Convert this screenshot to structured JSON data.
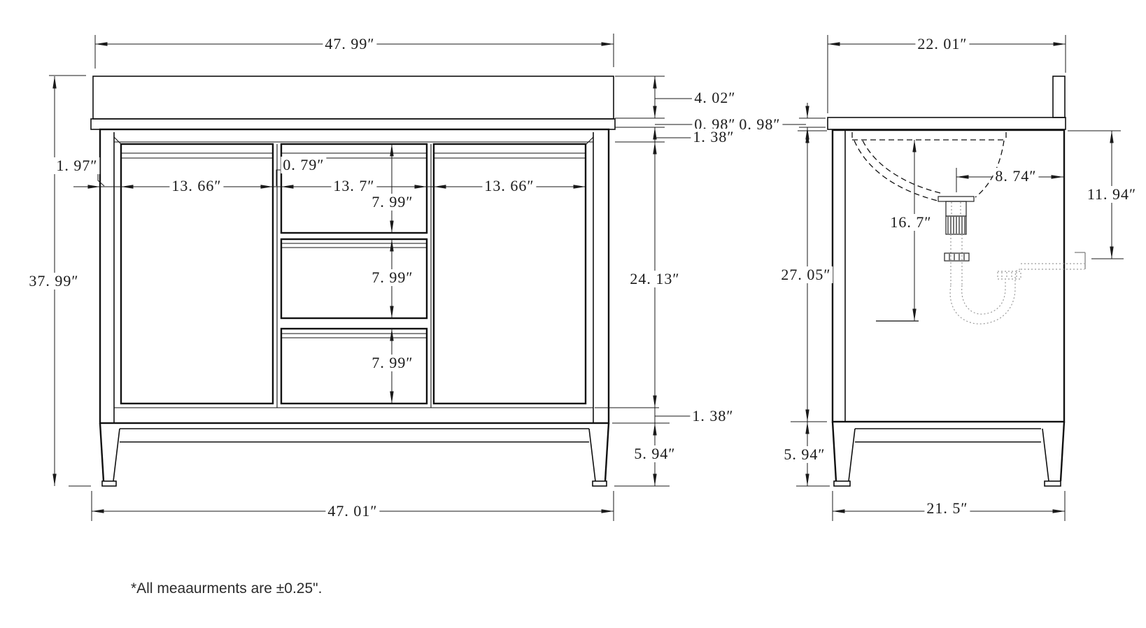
{
  "note": "*All meaaurments are ±0.25\".",
  "front": {
    "view_name": "vanity front elevation",
    "dims": {
      "top_width": "47. 99″",
      "overall_height": "37. 99″",
      "backsplash_height": "4. 02″",
      "countertop_thickness": "0. 98″",
      "top_rail": "1. 38″",
      "left_stile": "1. 97″",
      "divider": "0. 79″",
      "left_door_width": "13. 66″",
      "drawer_width": "13. 7″",
      "right_door_width": "13. 66″",
      "drawer1_height": "7. 99″",
      "drawer2_height": "7. 99″",
      "drawer3_height": "7. 99″",
      "opening_height": "24. 13″",
      "bottom_rail": "1. 38″",
      "leg_height": "5. 94″",
      "bottom_width": "47. 01″"
    }
  },
  "side": {
    "view_name": "vanity side section",
    "dims": {
      "top_depth": "22. 01″",
      "countertop_thickness": "0. 98″",
      "cabinet_height": "27. 05″",
      "sink_drain_depth": "16. 7″",
      "drain_offset": "8. 74″",
      "drain_rough_in_height": "11. 94″",
      "leg_height": "5. 94″",
      "bottom_depth": "21. 5″"
    }
  }
}
